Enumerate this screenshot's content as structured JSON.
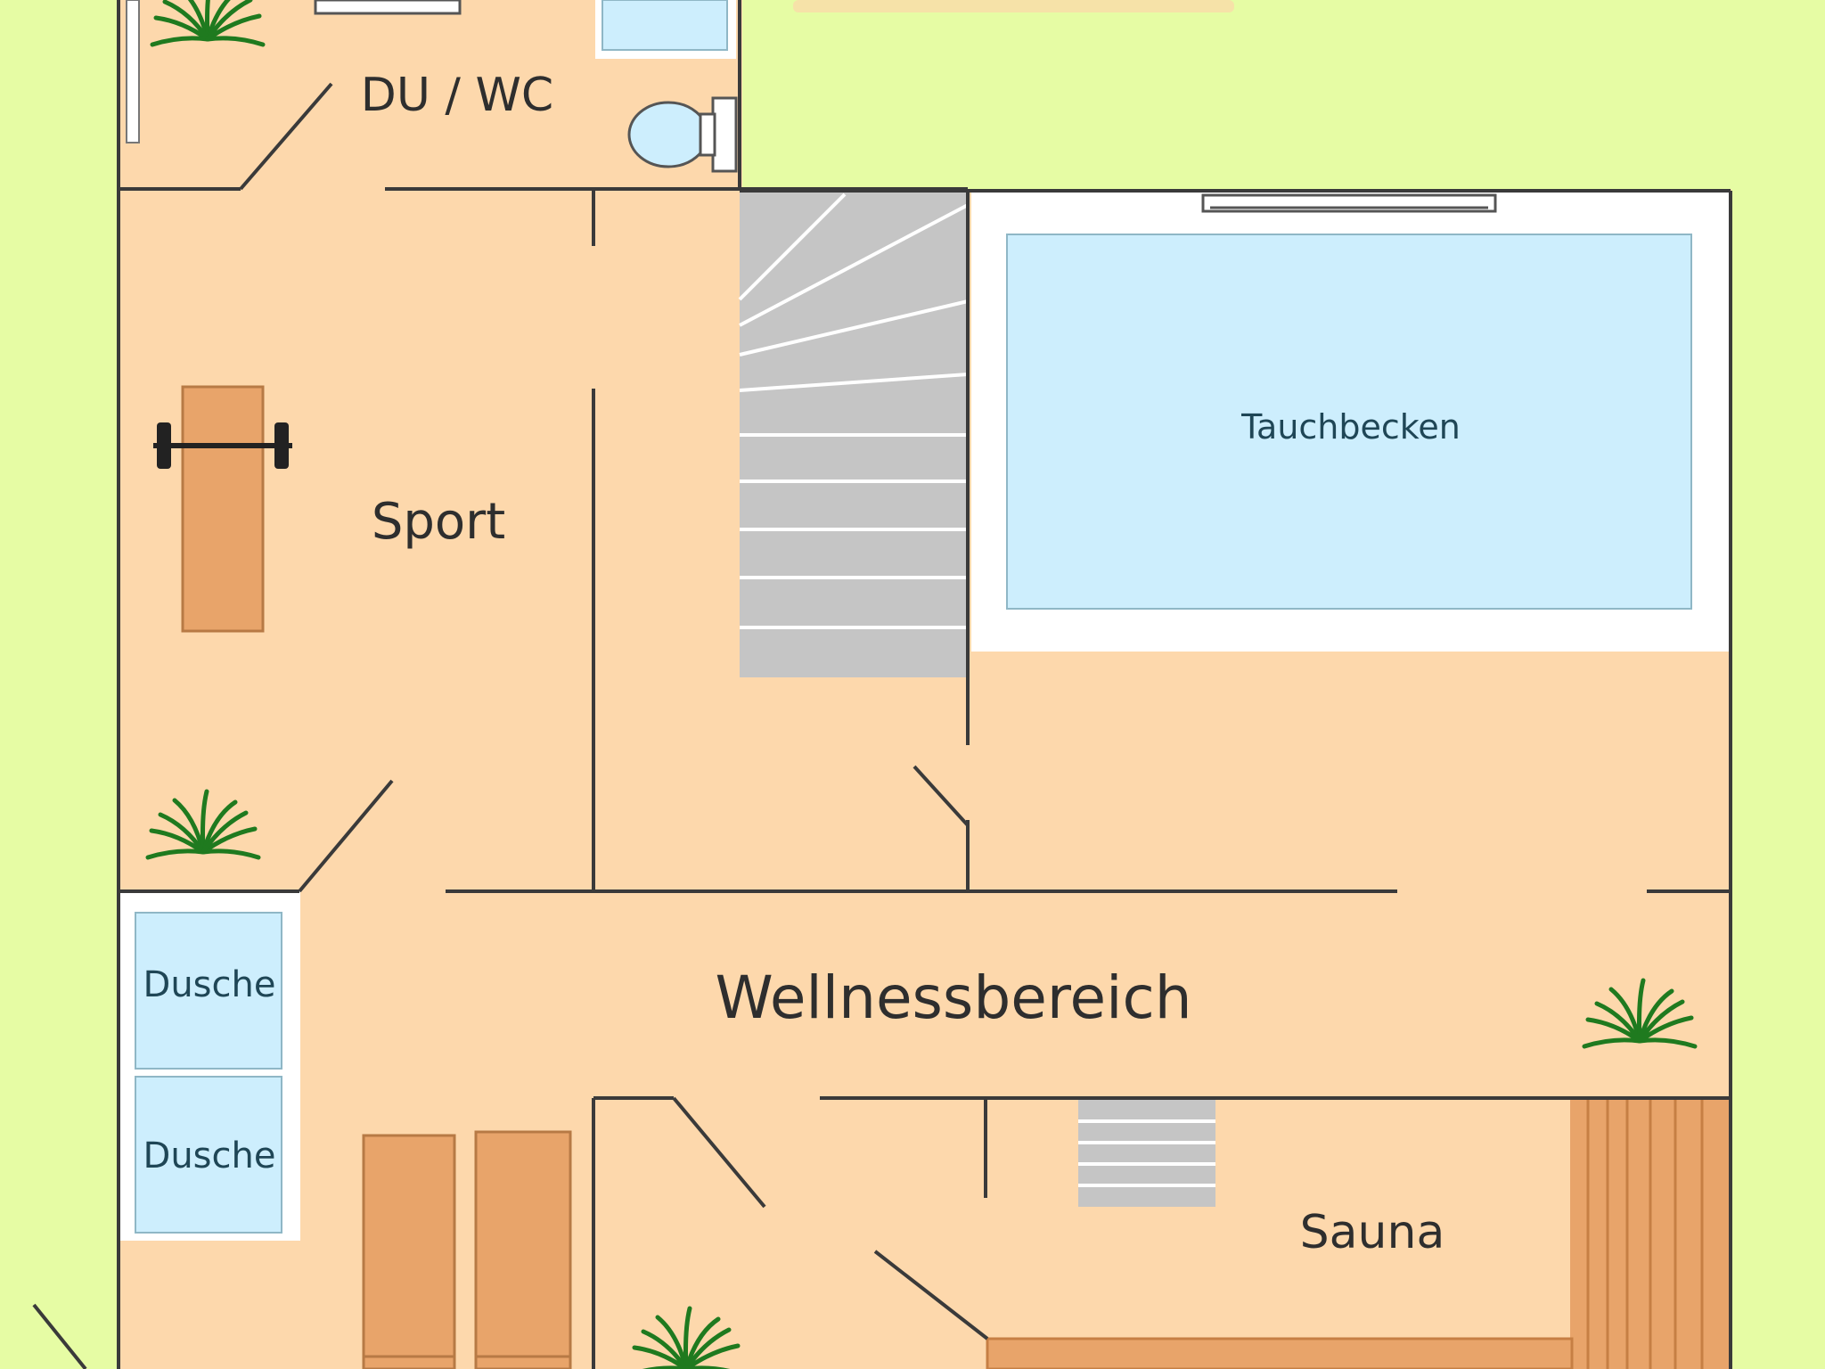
{
  "labels": {
    "top_banner": "",
    "top_shower_label": "",
    "du_wc": "DU / WC",
    "sport": "Sport",
    "tauchbecken": "Tauchbecken",
    "dusche_1": "Dusche",
    "dusche_2": "Dusche",
    "wellness": "Wellnessbereich",
    "sauna": "Sauna"
  },
  "colors": {
    "background": "#e6fca4",
    "floor": "#fdd8ac",
    "wall": "#3a3a3a",
    "water": "#cdeefd",
    "pool_deck": "#ffffff",
    "stairs": "#c5c5c5",
    "furniture": "#e8a46a",
    "plant": "#1f7a1f",
    "banner": "#f6e2a8"
  },
  "icons": [
    "plant-icon",
    "dumbbell-bench-icon",
    "toilet-icon",
    "stairs-icon",
    "lounger-icon",
    "sauna-bench-icon"
  ]
}
